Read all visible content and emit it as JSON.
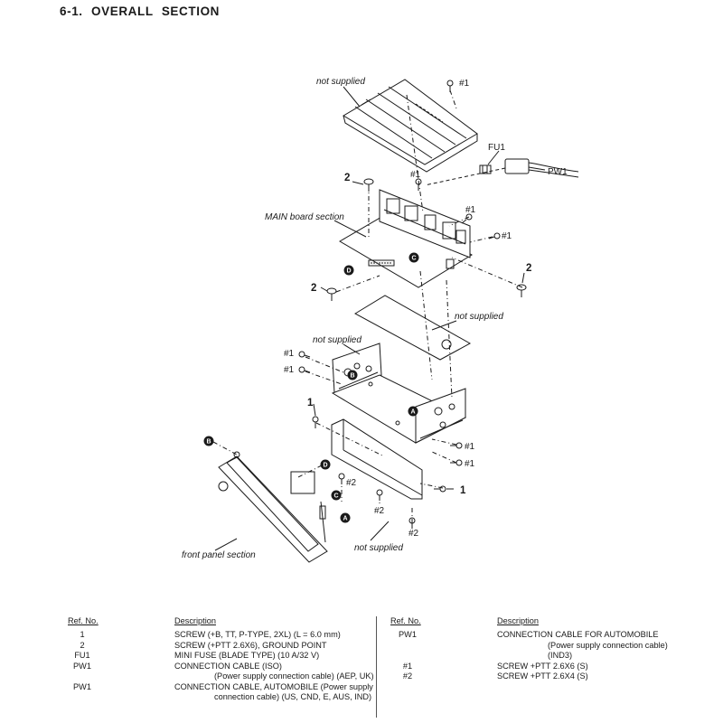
{
  "section_title": "6-1.   OVERALL  SECTION",
  "labels": {
    "not_supplied": "not supplied",
    "main_board": "MAIN board section",
    "front_panel": "front panel section",
    "fu1": "FU1",
    "pw1": "PW1",
    "ref1": "#1",
    "ref2": "#2",
    "n1": "1",
    "n2": "2",
    "bA": "A",
    "bB": "B",
    "bC": "C",
    "bD": "D"
  },
  "parts_table": {
    "headers": {
      "ref": "Ref. No.",
      "desc": "Description"
    },
    "left_rows": [
      {
        "ref": "1",
        "desc": "SCREW (+B, TT, P-TYPE, 2XL) (L = 6.0 mm)",
        "cont": ""
      },
      {
        "ref": "2",
        "desc": "SCREW (+PTT 2.6X6), GROUND POINT",
        "cont": ""
      },
      {
        "ref": "FU1",
        "desc": "MINI FUSE (BLADE TYPE) (10 A/32 V)",
        "cont": ""
      },
      {
        "ref": "PW1",
        "desc": "CONNECTION CABLE (ISO)",
        "cont": "(Power supply connection cable) (AEP, UK)"
      },
      {
        "ref": "PW1",
        "desc": "CONNECTION CABLE, AUTOMOBILE (Power supply",
        "cont": "connection cable) (US, CND, E, AUS, IND)"
      }
    ],
    "right_rows": [
      {
        "ref": "PW1",
        "desc": "CONNECTION CABLE FOR AUTOMOBILE",
        "cont": "(Power supply connection cable) (IND3)"
      },
      {
        "ref": "#1",
        "desc": "SCREW +PTT 2.6X6 (S)",
        "cont": ""
      },
      {
        "ref": "#2",
        "desc": "SCREW +PTT 2.6X4 (S)",
        "cont": ""
      }
    ]
  },
  "colors": {
    "ink": "#1a1a1a",
    "background": "#ffffff"
  }
}
